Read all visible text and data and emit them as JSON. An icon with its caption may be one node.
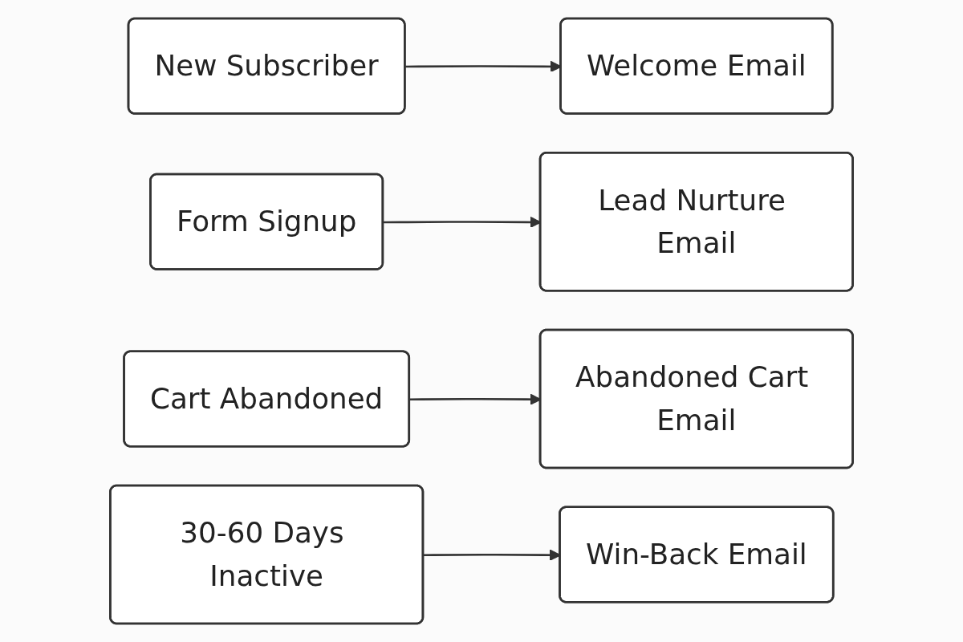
{
  "diagram": {
    "nodes": [
      {
        "text": [
          "New Subscriber"
        ]
      },
      {
        "text": [
          "Welcome Email"
        ]
      },
      {
        "text": [
          "Form Signup"
        ]
      },
      {
        "text": [
          "Lead Nurture Email"
        ]
      },
      {
        "text": [
          "Cart Abandoned"
        ]
      },
      {
        "text": [
          "Abandoned Cart Email"
        ]
      },
      {
        "text": [
          "30-60 Days Inactive"
        ]
      },
      {
        "text": [
          "Win-Back Email"
        ]
      }
    ],
    "edges": [
      {
        "from": 0,
        "to": 1,
        "arrow": "to"
      },
      {
        "from": 2,
        "to": 3,
        "arrow": "to"
      },
      {
        "from": 4,
        "to": 5,
        "arrow": "to"
      },
      {
        "from": 6,
        "to": 7,
        "arrow": "to"
      }
    ]
  }
}
